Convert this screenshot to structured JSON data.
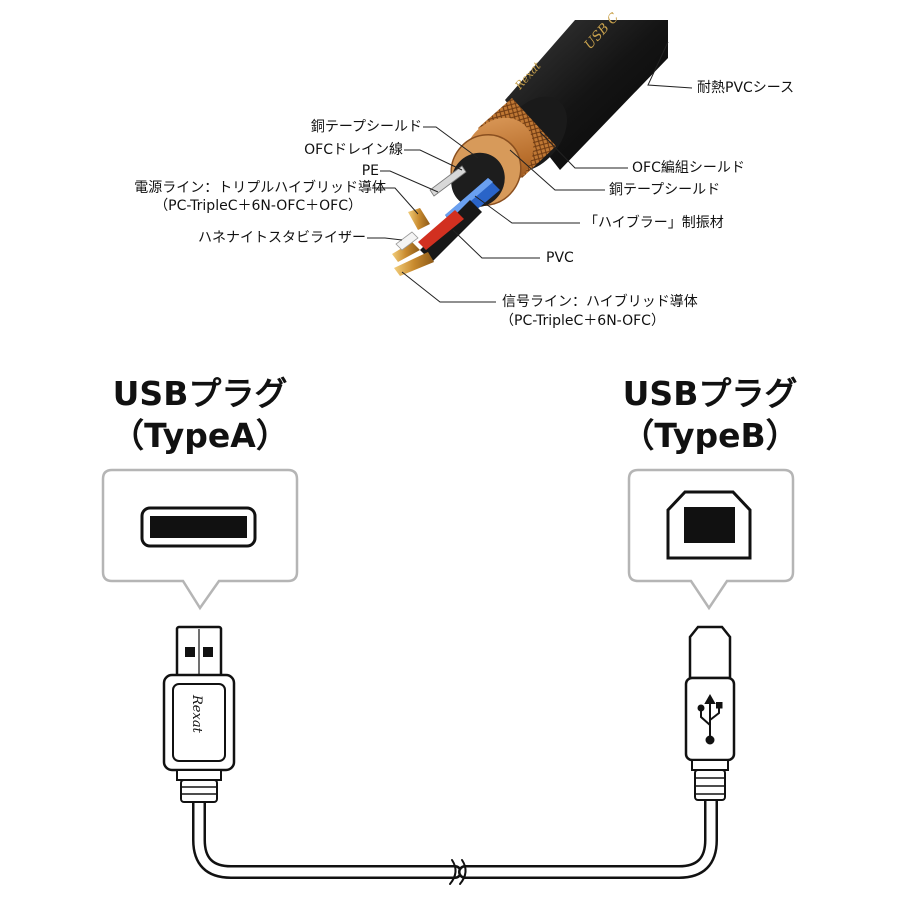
{
  "diagram": {
    "brand": "Rexat",
    "jacket_text": "USB C",
    "labels": {
      "copper_tape_inner": "銅テープシールド",
      "ofc_drain": "OFCドレイン線",
      "pe": "PE",
      "power_line_1": "電源ライン：トリプルハイブリッド導体",
      "power_line_2": "（PC-TripleC＋6N-OFC＋OFC）",
      "hanenite": "ハネナイトスタビライザー",
      "pvc_jacket": "耐熱PVCシース",
      "ofc_braid": "OFC編組シールド",
      "copper_tape_outer": "銅テープシールド",
      "hybrar": "「ハイブラー」制振材",
      "pvc": "PVC",
      "signal_line_1": "信号ライン：ハイブリッド導体",
      "signal_line_2": "（PC-TripleC＋6N-OFC）"
    }
  },
  "connectors": {
    "type_a": {
      "title_1": "USBプラグ",
      "title_2": "（TypeA）",
      "brand": "Rexat"
    },
    "type_b": {
      "title_1": "USBプラグ",
      "title_2": "（TypeB）",
      "usb_symbol": "usb-icon"
    }
  },
  "colors": {
    "jacket": "#1c1c1c",
    "copper": "#c9843e",
    "copper_dark": "#8a4f1f",
    "blue_wire": "#2a64c8",
    "red_wire": "#d23020",
    "gold": "#d9a441",
    "callout_border": "#b5b5b5"
  }
}
